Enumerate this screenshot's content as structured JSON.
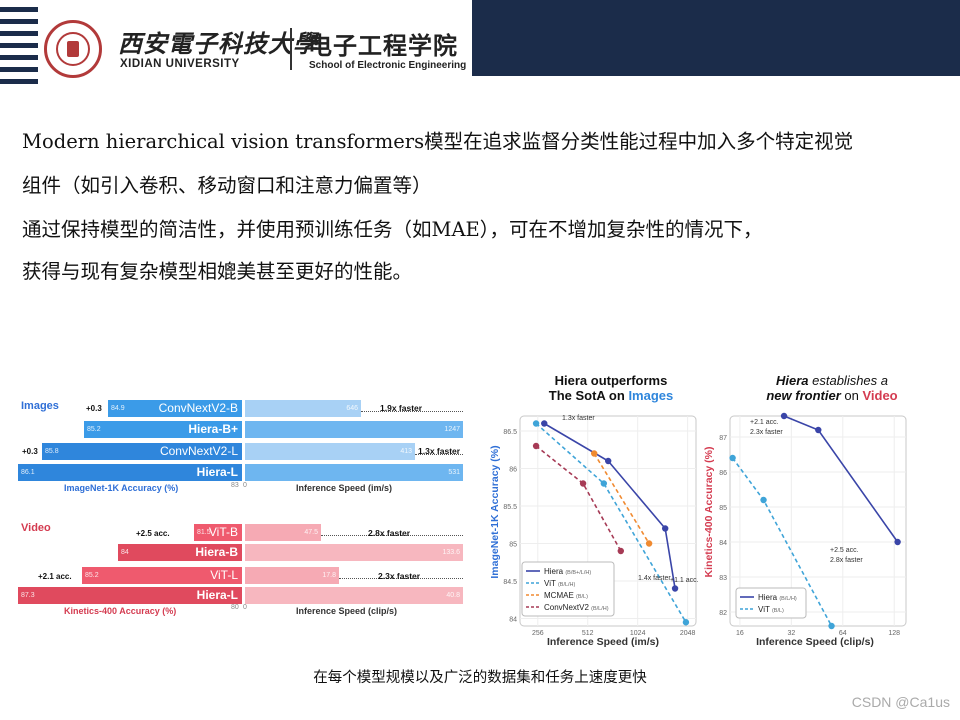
{
  "header": {
    "university_cn": "西安電子科技大學",
    "university_en": "XIDIAN UNIVERSITY",
    "school_cn": "电子工程学院",
    "school_en": "School of Electronic Engineering"
  },
  "body": {
    "line1": "Modern hierarchical vision transformers模型在追求监督分类性能过程中加入多个特定视觉",
    "line2": "组件（如引入卷积、移动窗口和注意力偏置等）",
    "line3": "通过保持模型的简洁性，并使用预训练任务（如MAE），可在不增加复杂性的情况下，",
    "line4": "获得与现有复杂模型相媲美甚至更好的性能。"
  },
  "caption": "在每个模型规模以及广泛的数据集和任务上速度更快",
  "watermark": "CSDN @Ca1us",
  "colors": {
    "header_bar": "#1b2c4a",
    "hiera_blue": "#3a45a8",
    "img_blue": "#2f8fe0",
    "video_red": "#e04a5e"
  },
  "chart_data": [
    {
      "type": "bar",
      "section": "Images",
      "xlabel_left": "ImageNet-1K Accuracy (%)",
      "xlabel_right": "Inference Speed (im/s)",
      "left_tick_labels": [
        "83",
        "0"
      ],
      "rows": [
        {
          "name": "ConvNextV2-B",
          "accuracy": 84.9,
          "speed": 646
        },
        {
          "name": "Hiera-B+",
          "accuracy": 85.2,
          "speed": 1247
        },
        {
          "name": "ConvNextV2-L",
          "accuracy": 85.8,
          "speed": 413
        },
        {
          "name": "Hiera-L",
          "accuracy": 86.1,
          "speed": 531
        }
      ],
      "annotations": [
        "+0.3",
        "1.9x faster",
        "+0.3",
        "1.3x faster"
      ]
    },
    {
      "type": "bar",
      "section": "Video",
      "xlabel_left": "Kinetics-400 Accuracy (%)",
      "xlabel_right": "Inference Speed (clip/s)",
      "left_tick_labels": [
        "80",
        "0"
      ],
      "rows": [
        {
          "name": "ViT-B",
          "accuracy": 81.5,
          "speed": 47.5
        },
        {
          "name": "Hiera-B",
          "accuracy": 84.0,
          "speed": 133.6
        },
        {
          "name": "ViT-L",
          "accuracy": 85.2,
          "speed": 17.8
        },
        {
          "name": "Hiera-L",
          "accuracy": 87.3,
          "speed": 40.8
        }
      ],
      "annotations": [
        "+2.5 acc.",
        "2.8x faster",
        "+2.1 acc.",
        "2.3x faster"
      ]
    },
    {
      "type": "line",
      "title_line1": "Hiera outperforms",
      "title_line2_prefix": "The SotA on ",
      "title_line2_em": "Images",
      "xlabel": "Inference Speed (im/s)",
      "ylabel": "ImageNet-1K Accuracy (%)",
      "xscale": "log",
      "xticks": [
        256,
        512,
        1024,
        2048
      ],
      "yticks": [
        84,
        84.5,
        85,
        85.5,
        86,
        86.5
      ],
      "ylim": [
        83.9,
        86.7
      ],
      "xlim": [
        200,
        2300
      ],
      "series": [
        {
          "name": "Hiera",
          "tag": "(B/B+/L/H)",
          "style": "solid",
          "color": "#3a45a8",
          "x": [
            280,
            680,
            1500,
            1720
          ],
          "y": [
            86.6,
            86.1,
            85.2,
            84.4
          ]
        },
        {
          "name": "ViT",
          "tag": "(B/L/H)",
          "style": "dashed",
          "color": "#3fa4d8",
          "x": [
            250,
            640,
            2000
          ],
          "y": [
            86.6,
            85.8,
            83.95
          ]
        },
        {
          "name": "MCMAE",
          "tag": "(B/L)",
          "style": "dashed",
          "color": "#f08a30",
          "x": [
            560,
            1200
          ],
          "y": [
            86.2,
            85.0
          ]
        },
        {
          "name": "ConvNextV2",
          "tag": "(B/L/H)",
          "style": "dashed",
          "color": "#a63a55",
          "x": [
            250,
            480,
            810
          ],
          "y": [
            86.3,
            85.8,
            84.9
          ]
        }
      ],
      "annotations": [
        "1.3x faster",
        "1.4x faster",
        "+1.1 acc."
      ]
    },
    {
      "type": "line",
      "title_line1_em": "Hiera",
      "title_line1_rest": " establishes a",
      "title_line2_em": "new frontier",
      "title_line2_mid": " on ",
      "title_line2_video": "Video",
      "xlabel": "Inference Speed (clip/s)",
      "ylabel": "Kinetics-400 Accuracy (%)",
      "xscale": "log",
      "xticks": [
        16,
        32,
        64,
        128
      ],
      "yticks": [
        82,
        83,
        84,
        85,
        86,
        87
      ],
      "ylim": [
        81.6,
        87.6
      ],
      "xlim": [
        14,
        150
      ],
      "series": [
        {
          "name": "Hiera",
          "tag": "(B/L/H)",
          "style": "solid",
          "color": "#3a45a8",
          "x": [
            29,
            46,
            134
          ],
          "y": [
            87.6,
            87.2,
            84.0
          ]
        },
        {
          "name": "ViT",
          "tag": "(B/L)",
          "style": "dashed",
          "color": "#3fa4d8",
          "x": [
            14.5,
            22,
            55
          ],
          "y": [
            86.4,
            85.2,
            81.6
          ]
        }
      ],
      "annotations": [
        "+2.1 acc.",
        "2.3x faster",
        "+2.5 acc.",
        "2.8x faster"
      ]
    }
  ]
}
